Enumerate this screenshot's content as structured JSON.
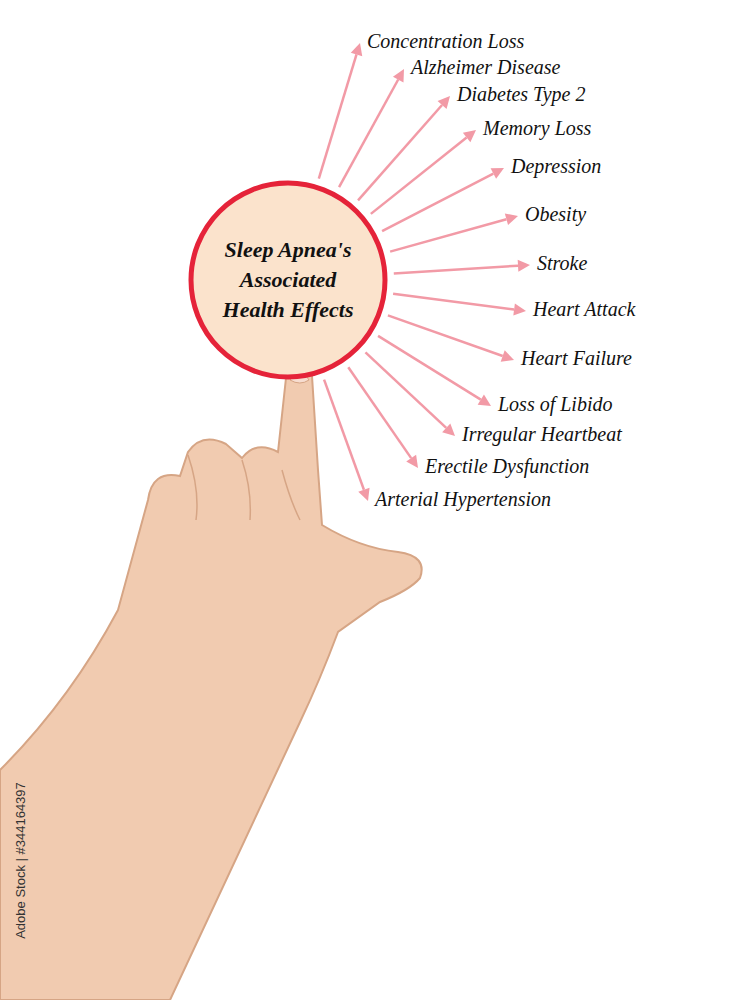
{
  "diagram": {
    "nodes": [
      {
        "text": [
          "Sleep Apnea's Associated Health Effects"
        ]
      }
    ],
    "labels": [
      "Concentration Loss",
      "Alzheimer Disease",
      "Diabetes Type 2",
      "Memory Loss",
      "Depression",
      "Obesity",
      "Stroke",
      "Heart Attack",
      "Heart Failure",
      "Loss of Libido",
      "Irregular Heartbeat",
      "Erectile Dysfunction",
      "Arterial Hypertension",
      "Adobe Stock | #344164397"
    ]
  }
}
